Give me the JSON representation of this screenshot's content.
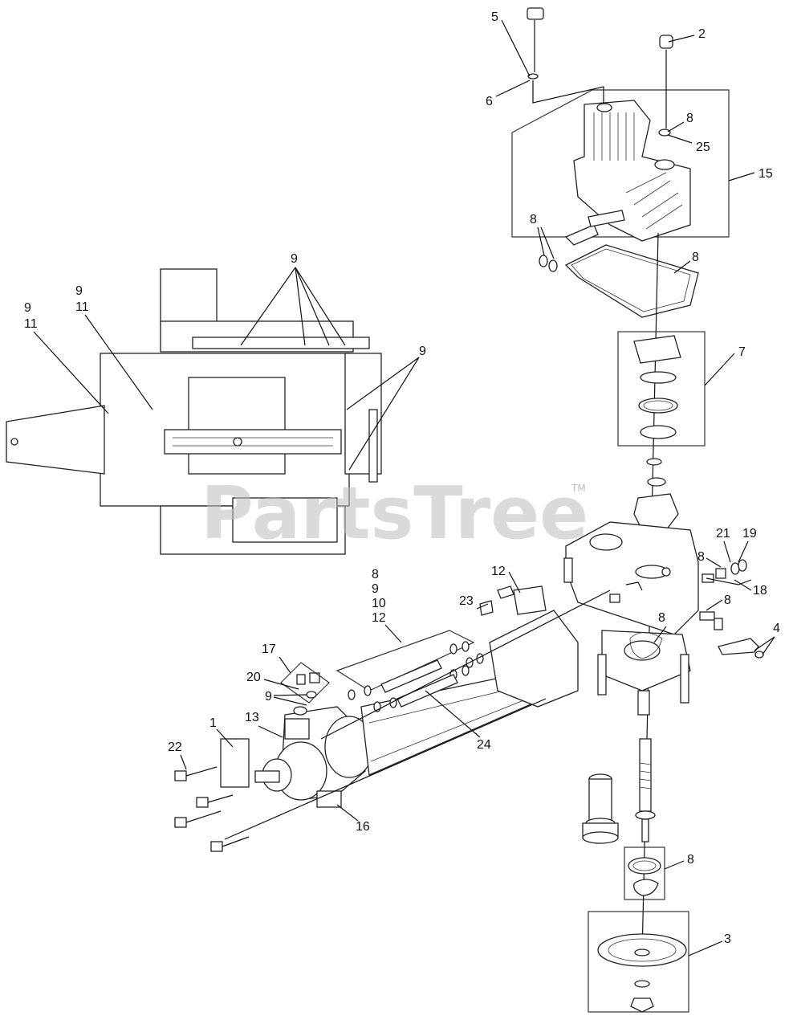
{
  "watermark": {
    "text": "PartsTree",
    "tm": "TM"
  },
  "callouts": {
    "c5": "5",
    "c2": "2",
    "c6": "6",
    "c8_top": "8",
    "c25": "25",
    "c15": "15",
    "c8_cover_left": "8",
    "c8_gasket": "8",
    "c7": "7",
    "c9_a": "9",
    "c11_a": "11",
    "c9_b": "9",
    "c11_b": "11",
    "c9_top": "9",
    "c9_right": "9",
    "c21": "21",
    "c19": "19",
    "c8_valve": "8",
    "c18": "18",
    "c8_side": "8",
    "c8_center": "8",
    "c4": "4",
    "c12_top": "12",
    "c23": "23",
    "group_8": "8",
    "group_9": "9",
    "group_10": "10",
    "group_12": "12",
    "c17": "17",
    "c20": "20",
    "c9_pump": "9",
    "c1": "1",
    "c13": "13",
    "c22": "22",
    "c24": "24",
    "c16": "16",
    "c8_bearing": "8",
    "c3": "3"
  }
}
